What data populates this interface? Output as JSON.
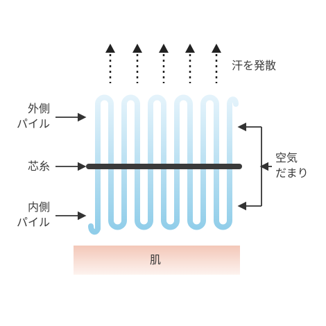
{
  "labels": {
    "sweat_dispersal": "汗を発散",
    "outer_pile_line1": "外側",
    "outer_pile_line2": "パイル",
    "core_yarn": "芯糸",
    "inner_pile_line1": "内側",
    "inner_pile_line2": "パイル",
    "air_pocket_line1": "空気",
    "air_pocket_line2": "だまり",
    "skin": "肌"
  },
  "colors": {
    "pile_gradient_top": "#e4f3fb",
    "pile_gradient_bottom": "#8fcde9",
    "core_yarn": "#3a3a3a",
    "arrow": "#333333",
    "skin_top": "#f3c7b8",
    "skin_bottom": "#fdf3ef"
  }
}
